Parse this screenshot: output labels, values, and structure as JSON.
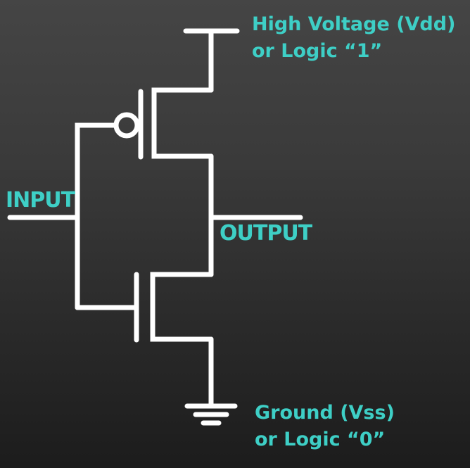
{
  "diagram": {
    "title": "CMOS Inverter",
    "colors": {
      "background_top": "#454545",
      "background_bottom": "#1c1c1c",
      "wire": "#ffffff",
      "label": "#3ecfc6"
    },
    "labels": {
      "vdd": {
        "line1": "High Voltage (Vdd)",
        "line2": "or Logic “1”"
      },
      "ground": {
        "line1": "Ground (Vss)",
        "line2": "or Logic “0”"
      },
      "input": "INPUT",
      "output": "OUTPUT"
    },
    "components": [
      {
        "name": "pmos-transistor",
        "type": "PMOS",
        "connects": [
          "vdd",
          "output"
        ],
        "gate": "input"
      },
      {
        "name": "nmos-transistor",
        "type": "NMOS",
        "connects": [
          "output",
          "ground"
        ],
        "gate": "input"
      },
      {
        "name": "vdd-rail",
        "type": "supply"
      },
      {
        "name": "ground-symbol",
        "type": "ground"
      }
    ]
  }
}
